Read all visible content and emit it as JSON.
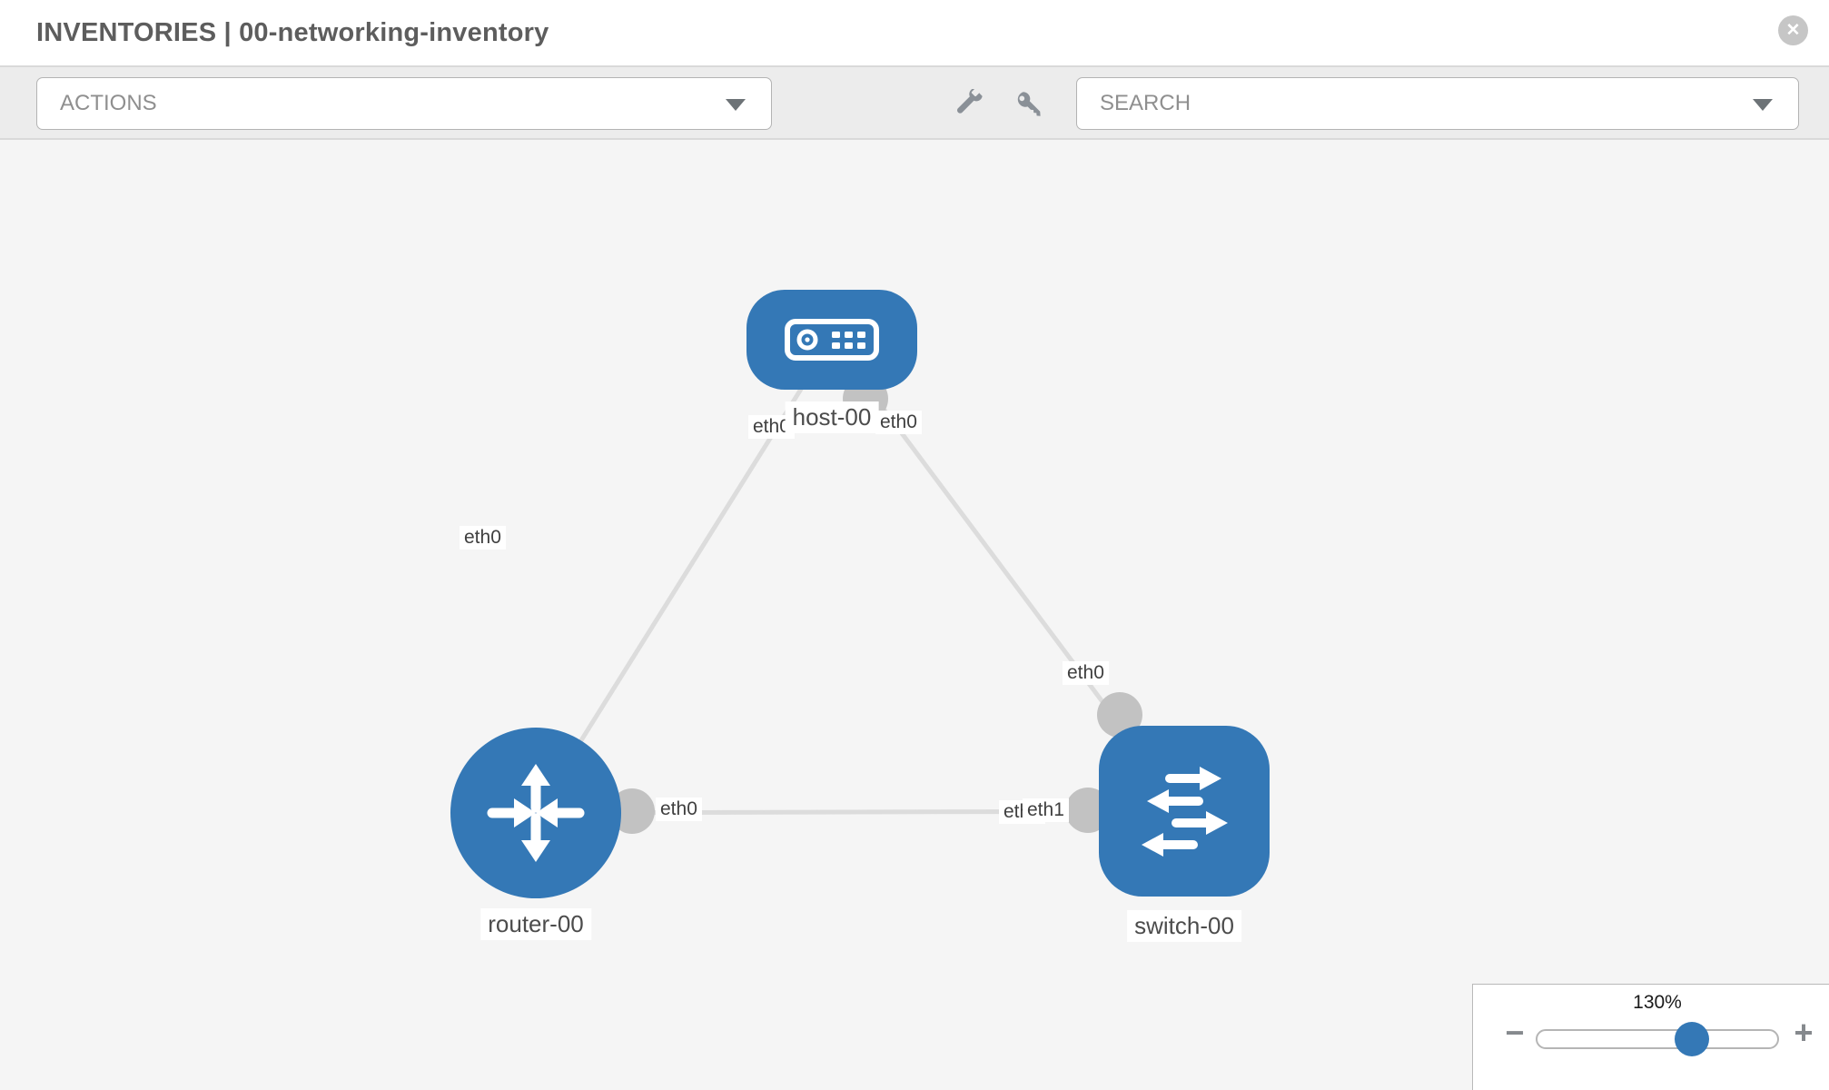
{
  "header": {
    "title": "INVENTORIES | 00-networking-inventory"
  },
  "toolbar": {
    "actions_label": "ACTIONS",
    "search_label": "SEARCH"
  },
  "icons": {
    "close": "✕",
    "minus": "−",
    "plus": "+"
  },
  "colors": {
    "node_blue": "#3478b6",
    "endpoint_gray": "#c2c2c2",
    "link_gray": "#dcdcdc",
    "toolbar_bg": "#ececec",
    "canvas_bg": "#f5f5f5"
  },
  "topology": {
    "nodes": [
      {
        "id": "host-00",
        "type": "host",
        "label": "host-00"
      },
      {
        "id": "router-00",
        "type": "router",
        "label": "router-00"
      },
      {
        "id": "switch-00",
        "type": "switch",
        "label": "switch-00"
      }
    ],
    "links": [
      {
        "from": "host-00",
        "to": "router-00",
        "from_if": "eth0",
        "to_if": "eth0"
      },
      {
        "from": "host-00",
        "to": "switch-00",
        "from_if": "eth0",
        "to_if": "eth0"
      },
      {
        "from": "router-00",
        "to": "switch-00",
        "from_if": "eth0",
        "to_if": "eth1",
        "to_if_overlap": "eth0"
      }
    ]
  },
  "zoom_control": {
    "level": "130%"
  }
}
